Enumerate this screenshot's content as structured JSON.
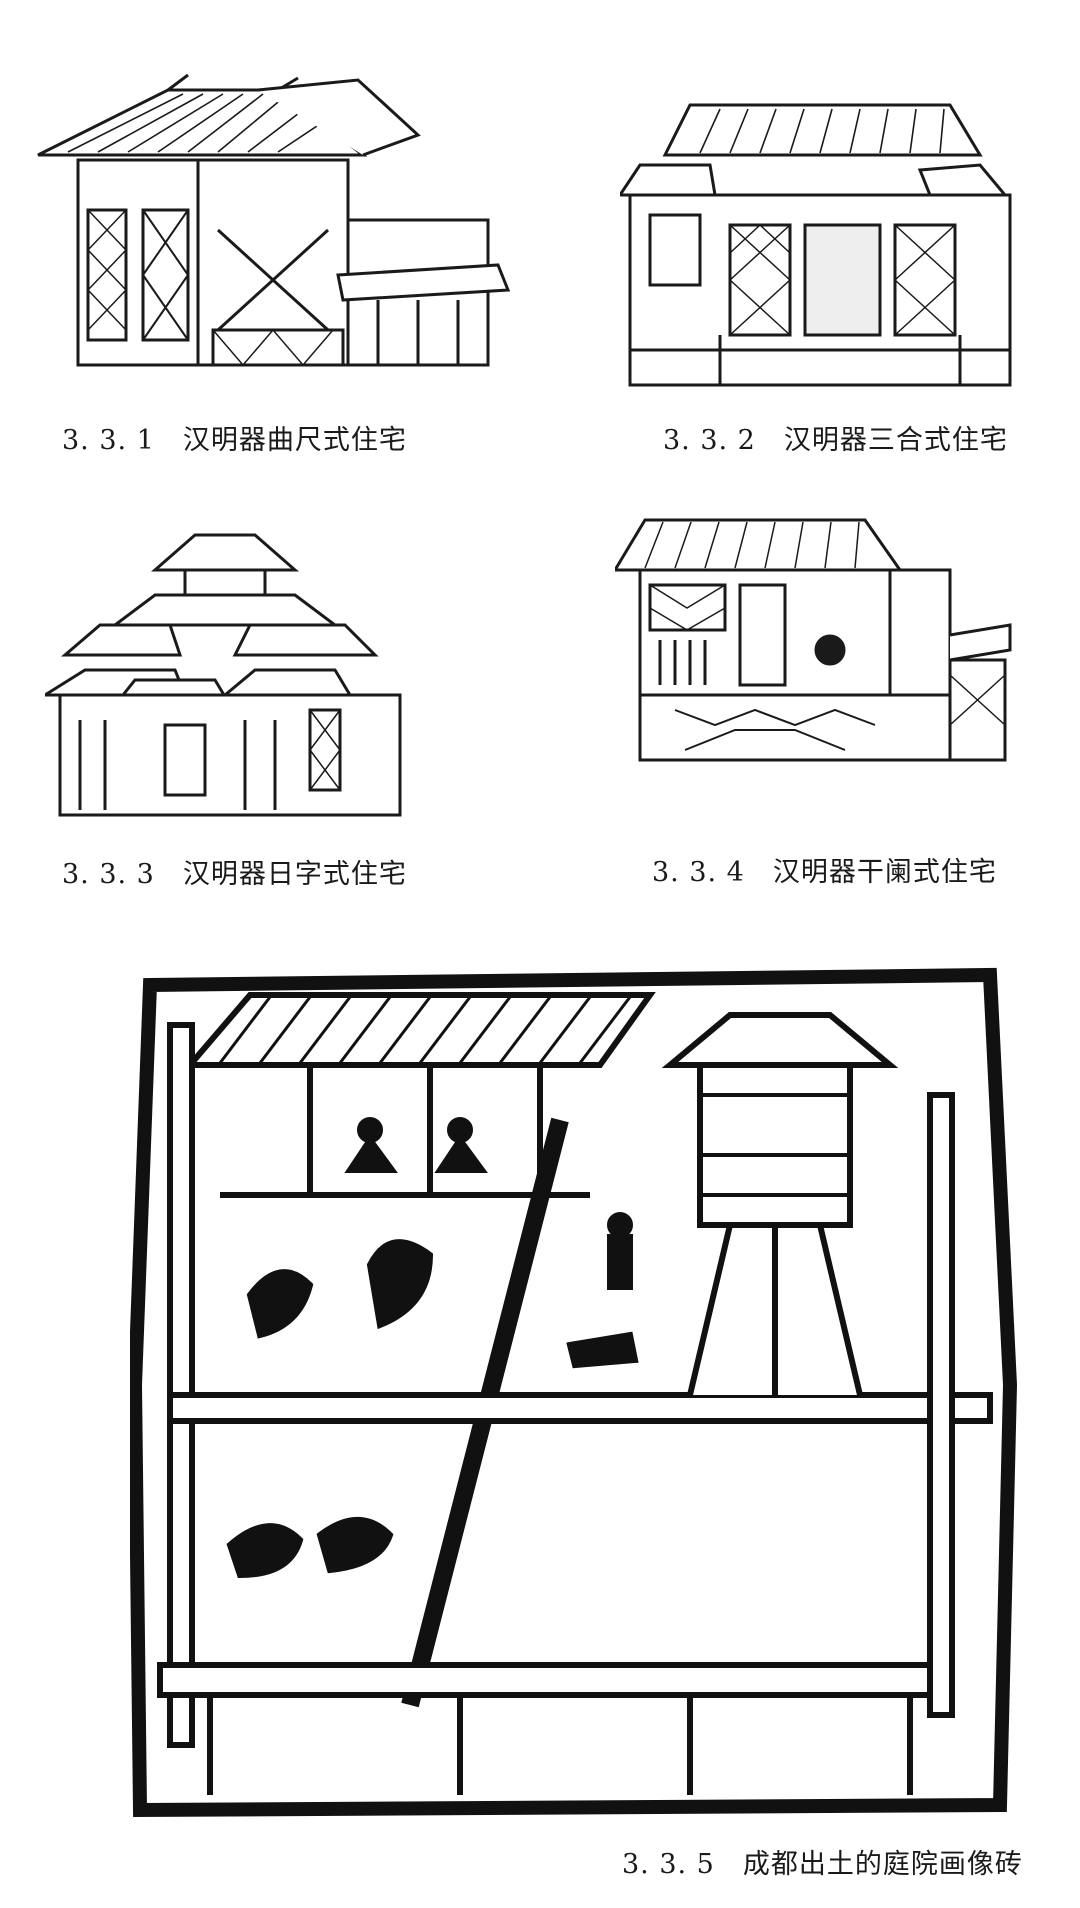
{
  "page": {
    "background": "#ffffff",
    "ink": "#1a1a1a"
  },
  "figures": [
    {
      "number": "3. 3. 1",
      "caption": "汉明器曲尺式住宅"
    },
    {
      "number": "3. 3. 2",
      "caption": "汉明器三合式住宅"
    },
    {
      "number": "3. 3. 3",
      "caption": "汉明器日字式住宅"
    },
    {
      "number": "3. 3. 4",
      "caption": "汉明器干阑式住宅"
    },
    {
      "number": "3. 3. 5",
      "caption": "成都出土的庭院画像砖"
    }
  ]
}
